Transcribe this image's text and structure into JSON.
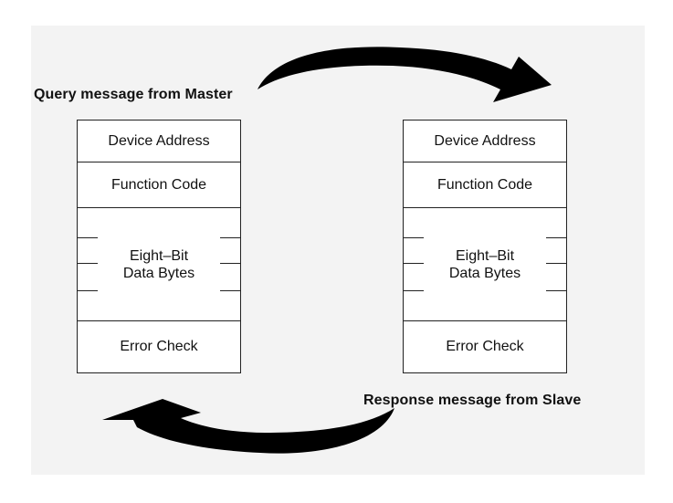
{
  "captions": {
    "query": "Query message from Master",
    "response": "Response message from Slave"
  },
  "frames": [
    {
      "side": "left",
      "device_address": "Device Address",
      "function_code": "Function Code",
      "data_line1": "Eight–Bit",
      "data_line2": "Data Bytes",
      "error_check": "Error Check"
    },
    {
      "side": "right",
      "device_address": "Device Address",
      "function_code": "Function Code",
      "data_line1": "Eight–Bit",
      "data_line2": "Data Bytes",
      "error_check": "Error Check"
    }
  ],
  "colors": {
    "panel": "#f3f3f3",
    "arrow": "#000000",
    "border": "#222222"
  },
  "icons": [
    "curved-arrow-icon"
  ]
}
